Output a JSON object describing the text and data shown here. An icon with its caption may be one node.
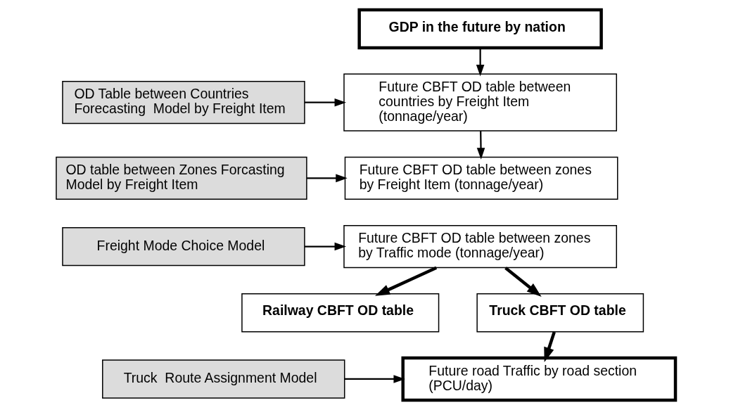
{
  "diagram": {
    "nodes": [
      {
        "text": [
          "GDP in the future by nation"
        ]
      },
      {
        "text": [
          "OD Table between Countries Forecasting  Model by Freight Item"
        ]
      },
      {
        "text": [
          "Future CBFT OD table between countries by Freight Item  (tonnage/year)"
        ]
      },
      {
        "text": [
          "OD table between Zones Forcasting Model by Freight Item"
        ]
      },
      {
        "text": [
          "Future CBFT OD table between zones by Freight Item (tonnage/year)"
        ]
      },
      {
        "text": [
          "Freight Mode Choice Model"
        ]
      },
      {
        "text": [
          "Future CBFT OD table between zones by Traffic mode (tonnage/year)"
        ]
      },
      {
        "text": [
          "Truck CBFT OD table"
        ]
      },
      {
        "text": [
          "Railway CBFT OD table"
        ]
      },
      {
        "text": [
          "Truck  Route Assignment Model"
        ]
      },
      {
        "text": [
          "Future road Traffic by road section (PCU/day)"
        ]
      }
    ],
    "edges": [
      {
        "from": 0,
        "to": 2,
        "arrow": "to"
      },
      {
        "from": 1,
        "to": 2,
        "arrow": "to"
      },
      {
        "from": 2,
        "to": 4,
        "arrow": "to"
      },
      {
        "from": 3,
        "to": 4,
        "arrow": "to"
      },
      {
        "from": 5,
        "to": 6,
        "arrow": "to"
      },
      {
        "from": 6,
        "to": 7,
        "arrow": "to",
        "style": "thick"
      },
      {
        "from": 6,
        "to": 8,
        "arrow": "to",
        "style": "thick"
      },
      {
        "from": 7,
        "to": 10,
        "arrow": "to",
        "style": "thick"
      },
      {
        "from": 9,
        "to": 10,
        "arrow": "to"
      }
    ]
  }
}
